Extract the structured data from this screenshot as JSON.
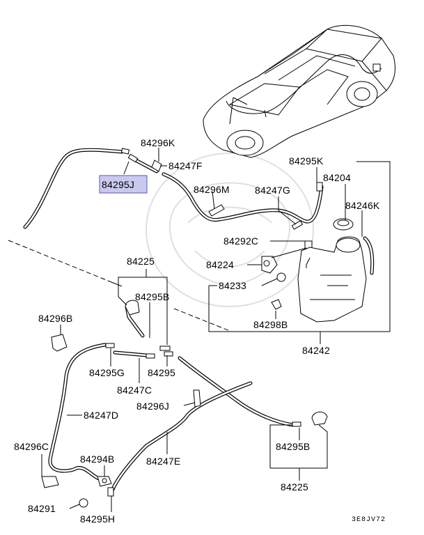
{
  "diagram": {
    "drawing_code": "3E8JV72",
    "highlighted_part": "84295J",
    "labels": {
      "p84296K": "84296K",
      "p84247F": "84247F",
      "p84295J": "84295J",
      "p84296M": "84296M",
      "p84247G": "84247G",
      "p84295K": "84295K",
      "p84204": "84204",
      "p84246K": "84246K",
      "p84292C": "84292C",
      "p84224": "84224",
      "p84233": "84233",
      "p84298B": "84298B",
      "p84242": "84242",
      "p84225_top": "84225",
      "p84295B_top": "84295B",
      "p84296B": "84296B",
      "p84295G": "84295G",
      "p84295": "84295",
      "p84247C": "84247C",
      "p84296J": "84296J",
      "p84247D": "84247D",
      "p84296C": "84296C",
      "p84294B": "84294B",
      "p84247E": "84247E",
      "p84295B_bot": "84295B",
      "p84225_bot": "84225",
      "p84291": "84291",
      "p84295H": "84295H"
    }
  }
}
